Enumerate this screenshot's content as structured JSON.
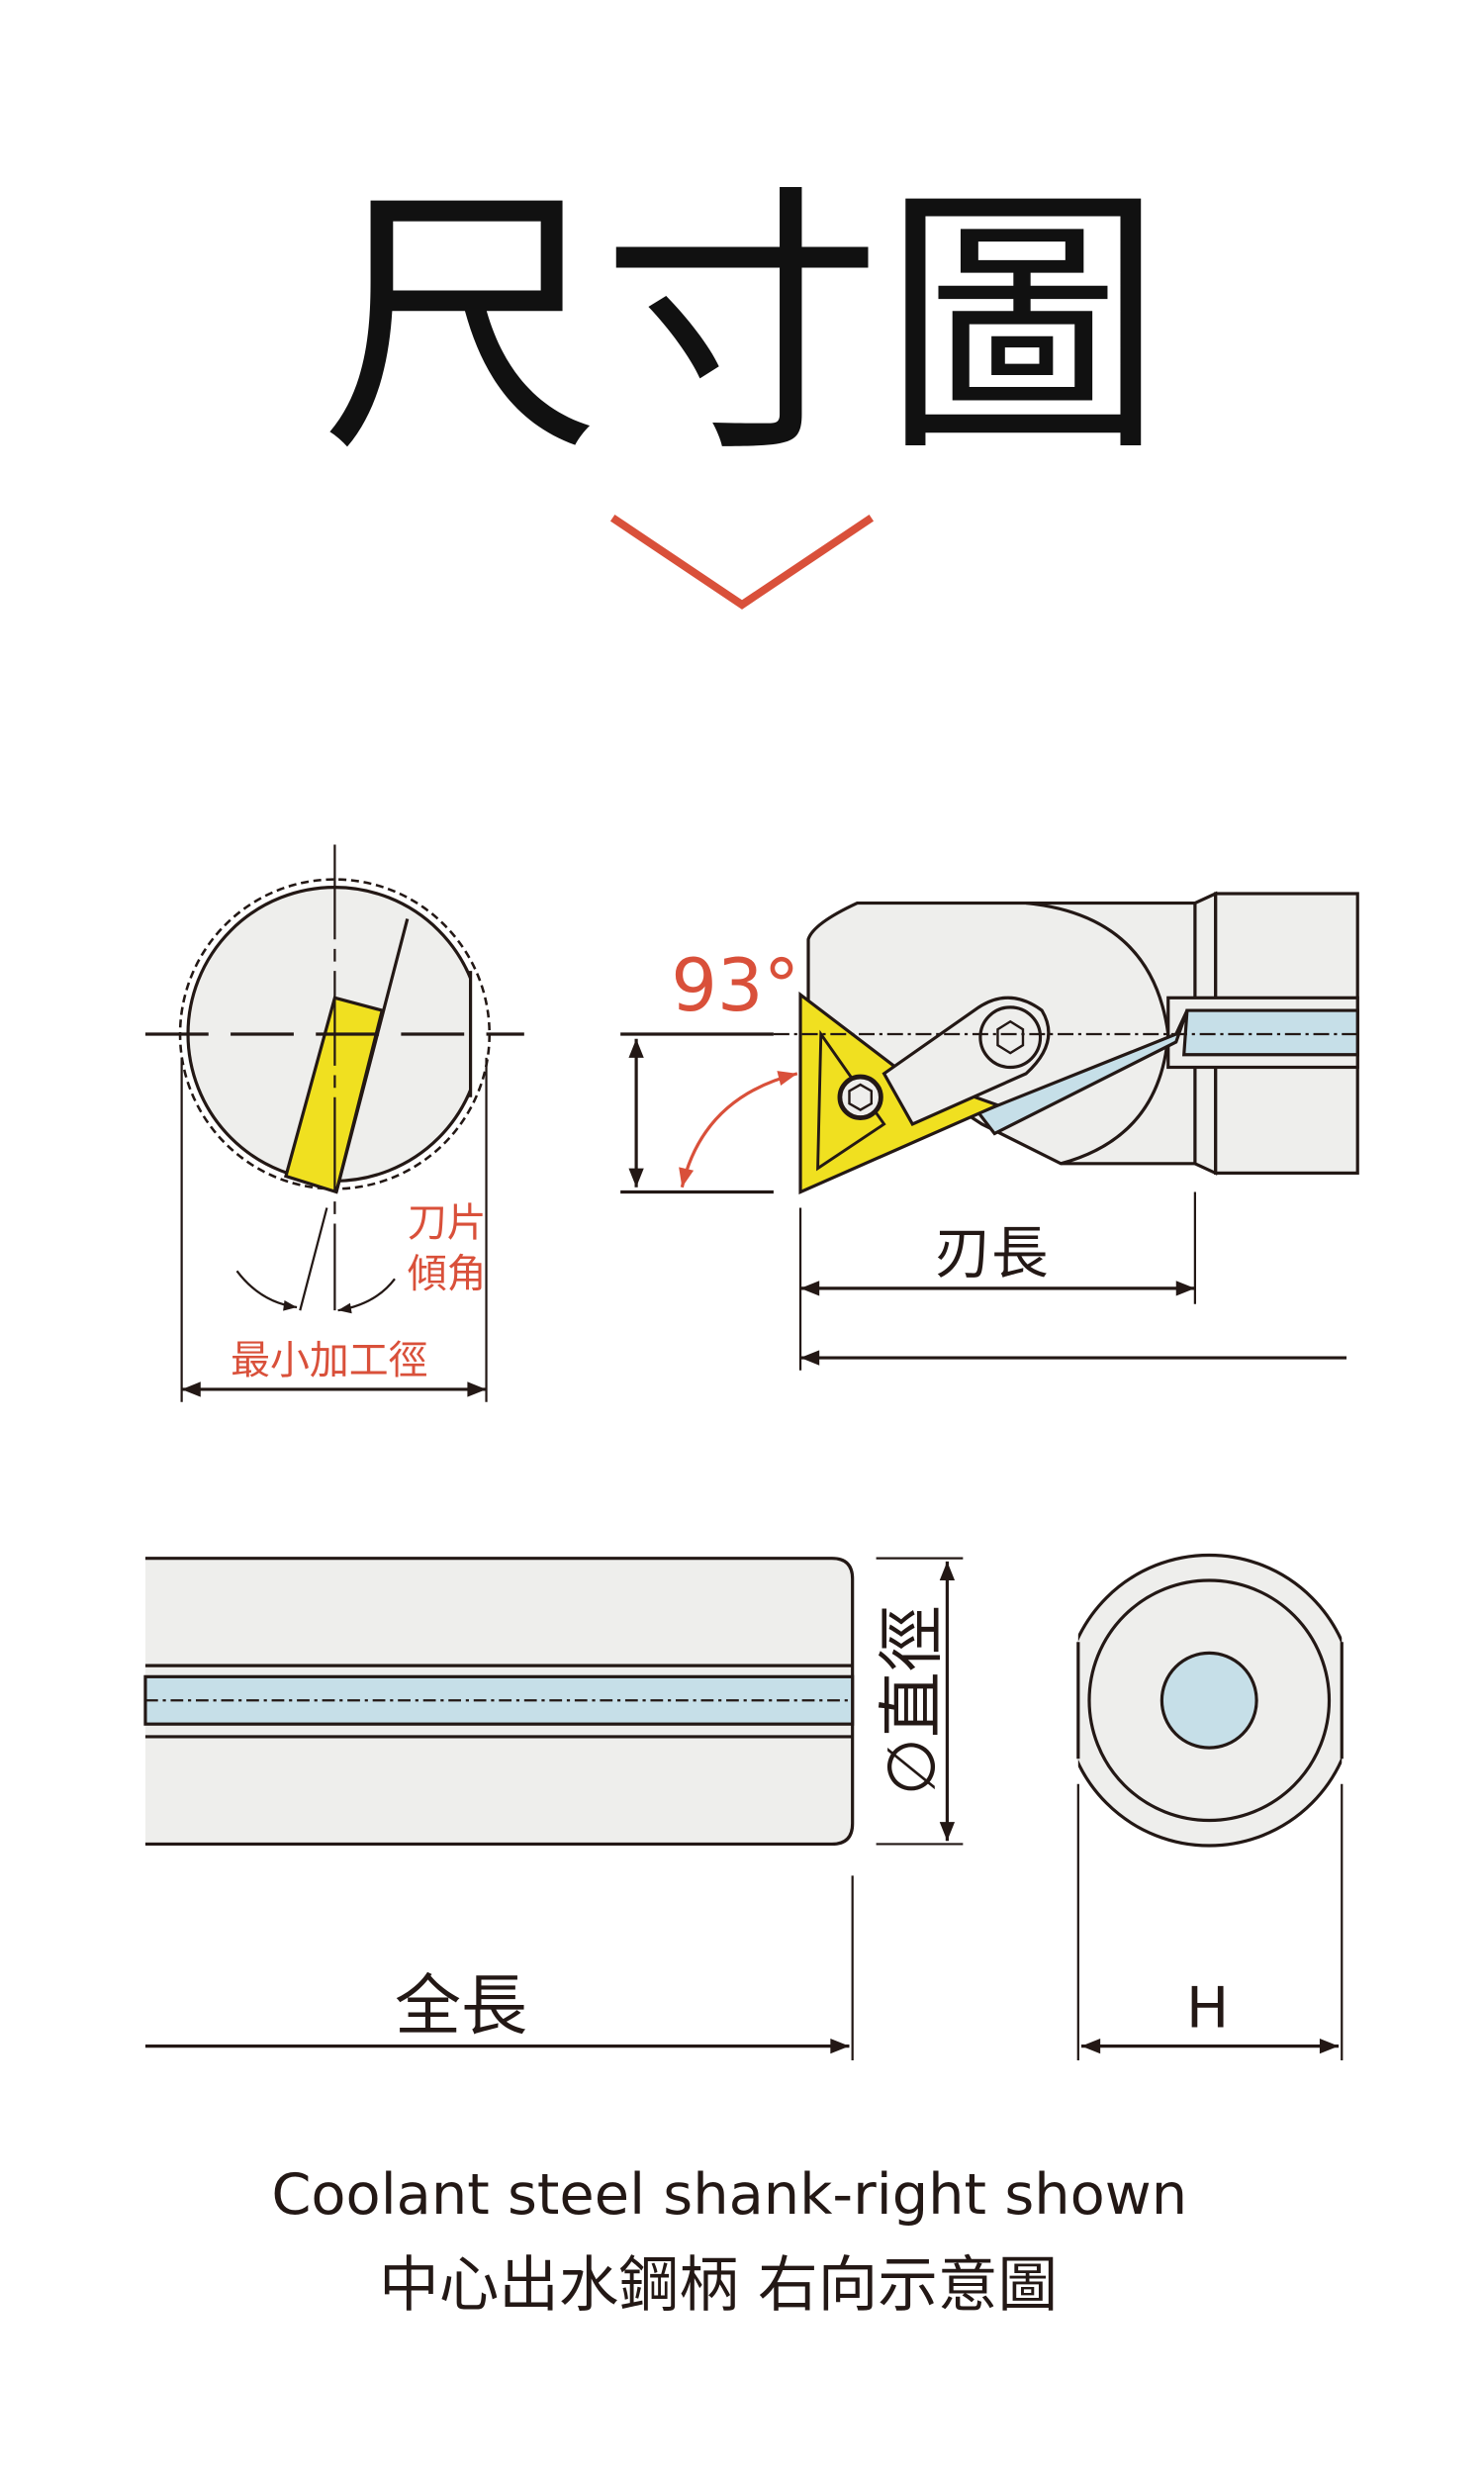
{
  "title": "尺寸圖",
  "colors": {
    "accent": "#d9503a",
    "insert": "#f0e020",
    "coolant": "#c6dfe8",
    "body": "#eeeeec",
    "line": "#231815"
  },
  "labels": {
    "insert_tilt_1": "刀片",
    "insert_tilt_2": "傾角",
    "min_bore": "最小加工徑",
    "angle": "93°",
    "blade_length": "刃長",
    "diameter": "∅直徑",
    "overall_length": "全長",
    "height": "H"
  },
  "caption": {
    "english": "Coolant steel shank-right shown",
    "chinese": "中心出水鋼柄 右向示意圖"
  }
}
